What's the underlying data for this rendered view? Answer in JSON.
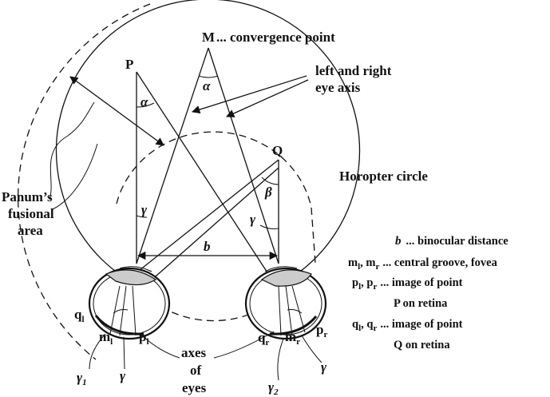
{
  "labels": {
    "M": "M",
    "convergence": "... convergence point",
    "P": "P",
    "Q": "Q",
    "alpha": "α",
    "beta": "β",
    "gamma": "γ",
    "b": "b",
    "eye_axis_line1": "left and right",
    "eye_axis_line2": "eye axis",
    "horopter": "Horopter circle",
    "panum_line1": "Panum’s",
    "panum_line2": "fusional",
    "panum_line3": "area",
    "axes_line1": "axes",
    "axes_line2": "of",
    "axes_line3": "eyes",
    "q_l": "q",
    "m_l": "m",
    "p_l": "p",
    "q_r": "q",
    "m_r": "m",
    "p_r": "p",
    "gamma1": "γ",
    "gamma2": "γ",
    "sub_l": "l",
    "sub_r": "r",
    "sub_1": "1",
    "sub_2": "2"
  },
  "legend": [
    {
      "symbol": "b",
      "text": "... binocular distance"
    },
    {
      "symbol": "m_l, m_r",
      "text": "... central groove, fovea"
    },
    {
      "symbol": "p_l, p_r",
      "text": "... image of point"
    },
    {
      "symbol": "",
      "text": "P on retina"
    },
    {
      "symbol": "q_l, q_r",
      "text": "... image of point"
    },
    {
      "symbol": "",
      "text": "Q on retina"
    }
  ]
}
